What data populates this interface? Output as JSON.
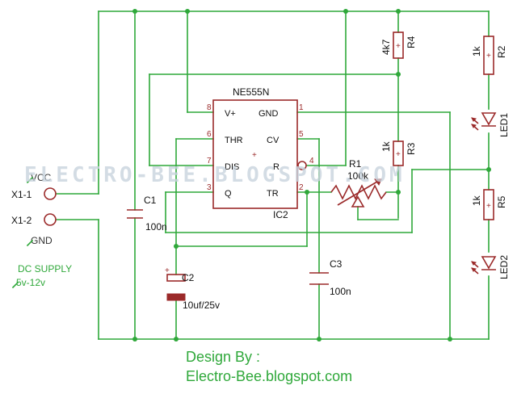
{
  "ic": {
    "name": "NE555N",
    "ref": "IC2",
    "pins": {
      "vplus": "V+",
      "thr": "THR",
      "dis": "DIS",
      "q": "Q",
      "gnd": "GND",
      "cv": "CV",
      "r": "R",
      "tr": "TR"
    },
    "pin_numbers": {
      "p8": "8",
      "p6": "6",
      "p7": "7",
      "p3": "3",
      "p1": "1",
      "p5": "5",
      "p4": "4",
      "p2": "2"
    }
  },
  "components": {
    "r4": {
      "name": "R4",
      "value": "4k7"
    },
    "r3": {
      "name": "R3",
      "value": "1k"
    },
    "r2": {
      "name": "R2",
      "value": "1k"
    },
    "r5": {
      "name": "R5",
      "value": "1k"
    },
    "r1": {
      "name": "R1",
      "value": "100k"
    },
    "c1": {
      "name": "C1",
      "value": "100n"
    },
    "c2": {
      "name": "C2",
      "value": "10uf/25v"
    },
    "c3": {
      "name": "C3",
      "value": "100n"
    },
    "led1": {
      "name": "LED1"
    },
    "led2": {
      "name": "LED2"
    }
  },
  "supply": {
    "x1_1": "X1-1",
    "x1_2": "X1-2",
    "vcc": "VCC",
    "gnd": "GND",
    "dc": "DC SUPPLY",
    "range": "5v-12v"
  },
  "watermark": "ELECTRO-BEE.BLOGSPOT.COM",
  "credit": {
    "line1": "Design By :",
    "line2": "Electro-Bee.blogspot.com"
  },
  "colors": {
    "wire": "#2fa83a",
    "component": "#9b2a2a",
    "background": "#ffffff"
  }
}
